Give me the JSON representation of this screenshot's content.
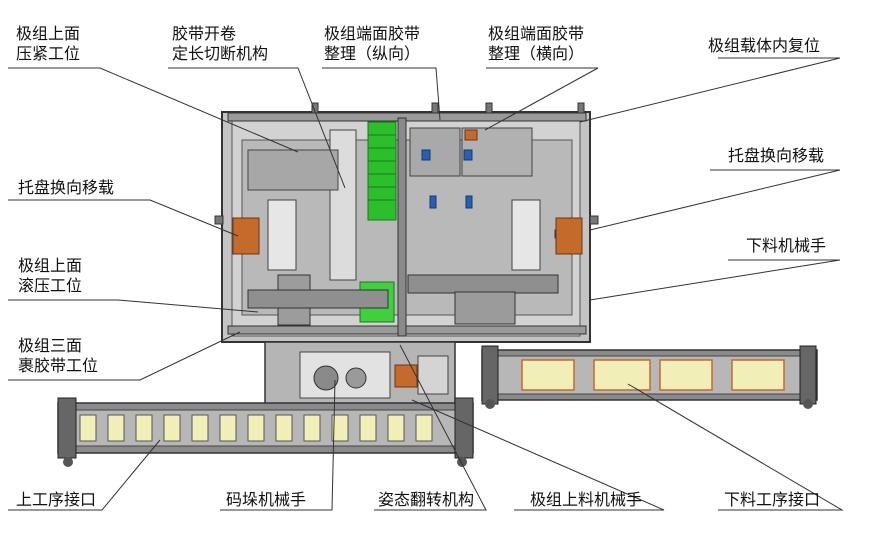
{
  "labels": {
    "top_left_press": [
      "极组上面",
      "压紧工位"
    ],
    "tape_cutting": [
      "胶带开卷",
      "定长切断机构"
    ],
    "end_tape_vertical": [
      "极组端面胶带",
      "整理（纵向）"
    ],
    "end_tape_horizontal": [
      "极组端面胶带",
      "整理（横向）"
    ],
    "carrier_reset": [
      "极组载体内复位"
    ],
    "tray_turn_left": [
      "托盘换向移载"
    ],
    "tray_turn_right": [
      "托盘换向移载"
    ],
    "unload_robot": [
      "下料机械手"
    ],
    "top_roll_press": [
      "极组上面",
      "滚压工位"
    ],
    "three_side_tape": [
      "极组三面",
      "裹胶带工位"
    ],
    "upstream_interface": [
      "上工序接口"
    ],
    "stacking_robot": [
      "码垛机械手"
    ],
    "posture_flip": [
      "姿态翻转机构"
    ],
    "load_robot": [
      "极组上料机械手"
    ],
    "downstream_interface": [
      "下料工序接口"
    ]
  },
  "colors": {
    "frame": "#444444",
    "machine_fill": "#bcbcbc",
    "panel_fill": "#cfcfcf",
    "green_module": "#2bbf2b",
    "conveyor_cell": "#f2eeb8",
    "conveyor_frame": "#7c7c7c",
    "orange_part": "#c46a2a",
    "blue_part": "#2a5fb0",
    "leader_line": "#333333"
  }
}
